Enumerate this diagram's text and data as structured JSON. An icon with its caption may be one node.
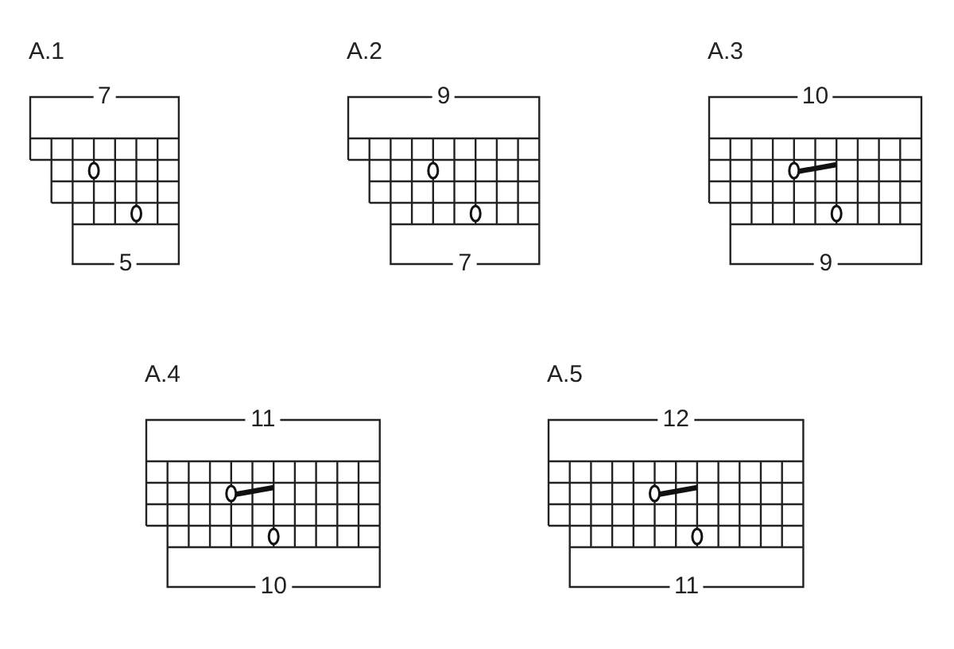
{
  "diagram": {
    "labels": [
      "A.1",
      "7",
      "5",
      "A.2",
      "9",
      "7",
      "A.3",
      "10",
      "9",
      "A.4",
      "11",
      "10",
      "A.5",
      "12",
      "11"
    ]
  }
}
